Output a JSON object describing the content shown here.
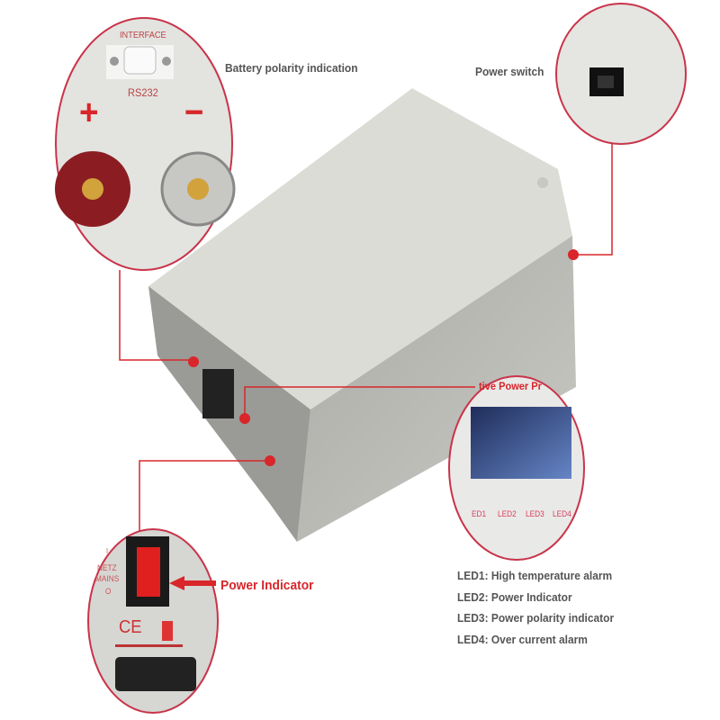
{
  "callouts": {
    "battery_polarity": "Battery polarity indication",
    "power_switch": "Power switch",
    "power_indicator": "Power Indicator"
  },
  "interface_panel": {
    "title": "INTERFACE",
    "port": "RS232",
    "plus": "+",
    "minus": "−"
  },
  "led_panel": {
    "header": "tive Power Pr",
    "labels": [
      "ED1",
      "LED2",
      "LED3",
      "LED4"
    ]
  },
  "legend": [
    "LED1: High temperature alarm",
    "LED2: Power Indicator",
    "LED3: Power polarity indicator",
    "LED4: Over current alarm"
  ],
  "mains_panel": {
    "switch_on": "I",
    "netz": "NETZ",
    "mains": "MAINS",
    "switch_off": "O",
    "ce": "CE"
  },
  "colors": {
    "accent": "#d8262a",
    "body": "#d9d9d4",
    "lcd": "#3a5590"
  }
}
